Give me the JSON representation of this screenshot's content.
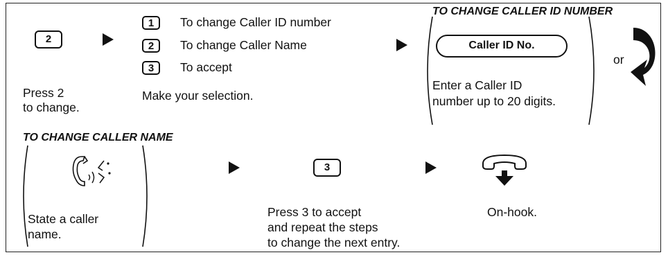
{
  "step1": {
    "key": "2",
    "caption_line1": "Press 2",
    "caption_line2": "to change."
  },
  "options": [
    {
      "key": "1",
      "label": "To change Caller ID number"
    },
    {
      "key": "2",
      "label": "To change Caller Name"
    },
    {
      "key": "3",
      "label": "To accept"
    }
  ],
  "options_caption": "Make your selection.",
  "caller_id_number": {
    "header": "TO CHANGE CALLER ID NUMBER",
    "button_label": "Caller ID No.",
    "caption_line1": "Enter a Caller ID",
    "caption_line2": "number up to 20 digits.",
    "or_label": "or"
  },
  "caller_name": {
    "header": "TO CHANGE CALLER NAME",
    "caption_line1": "State a caller",
    "caption_line2": "name.",
    "icon": "speaking-person-icon"
  },
  "accept_step": {
    "key": "3",
    "caption_line1": "Press 3 to accept",
    "caption_line2": "and repeat the steps",
    "caption_line3": "to change the next entry."
  },
  "onhook_step": {
    "caption": "On-hook.",
    "icon": "handset-down-icon"
  },
  "colors": {
    "ink": "#111111",
    "background": "#ffffff"
  }
}
